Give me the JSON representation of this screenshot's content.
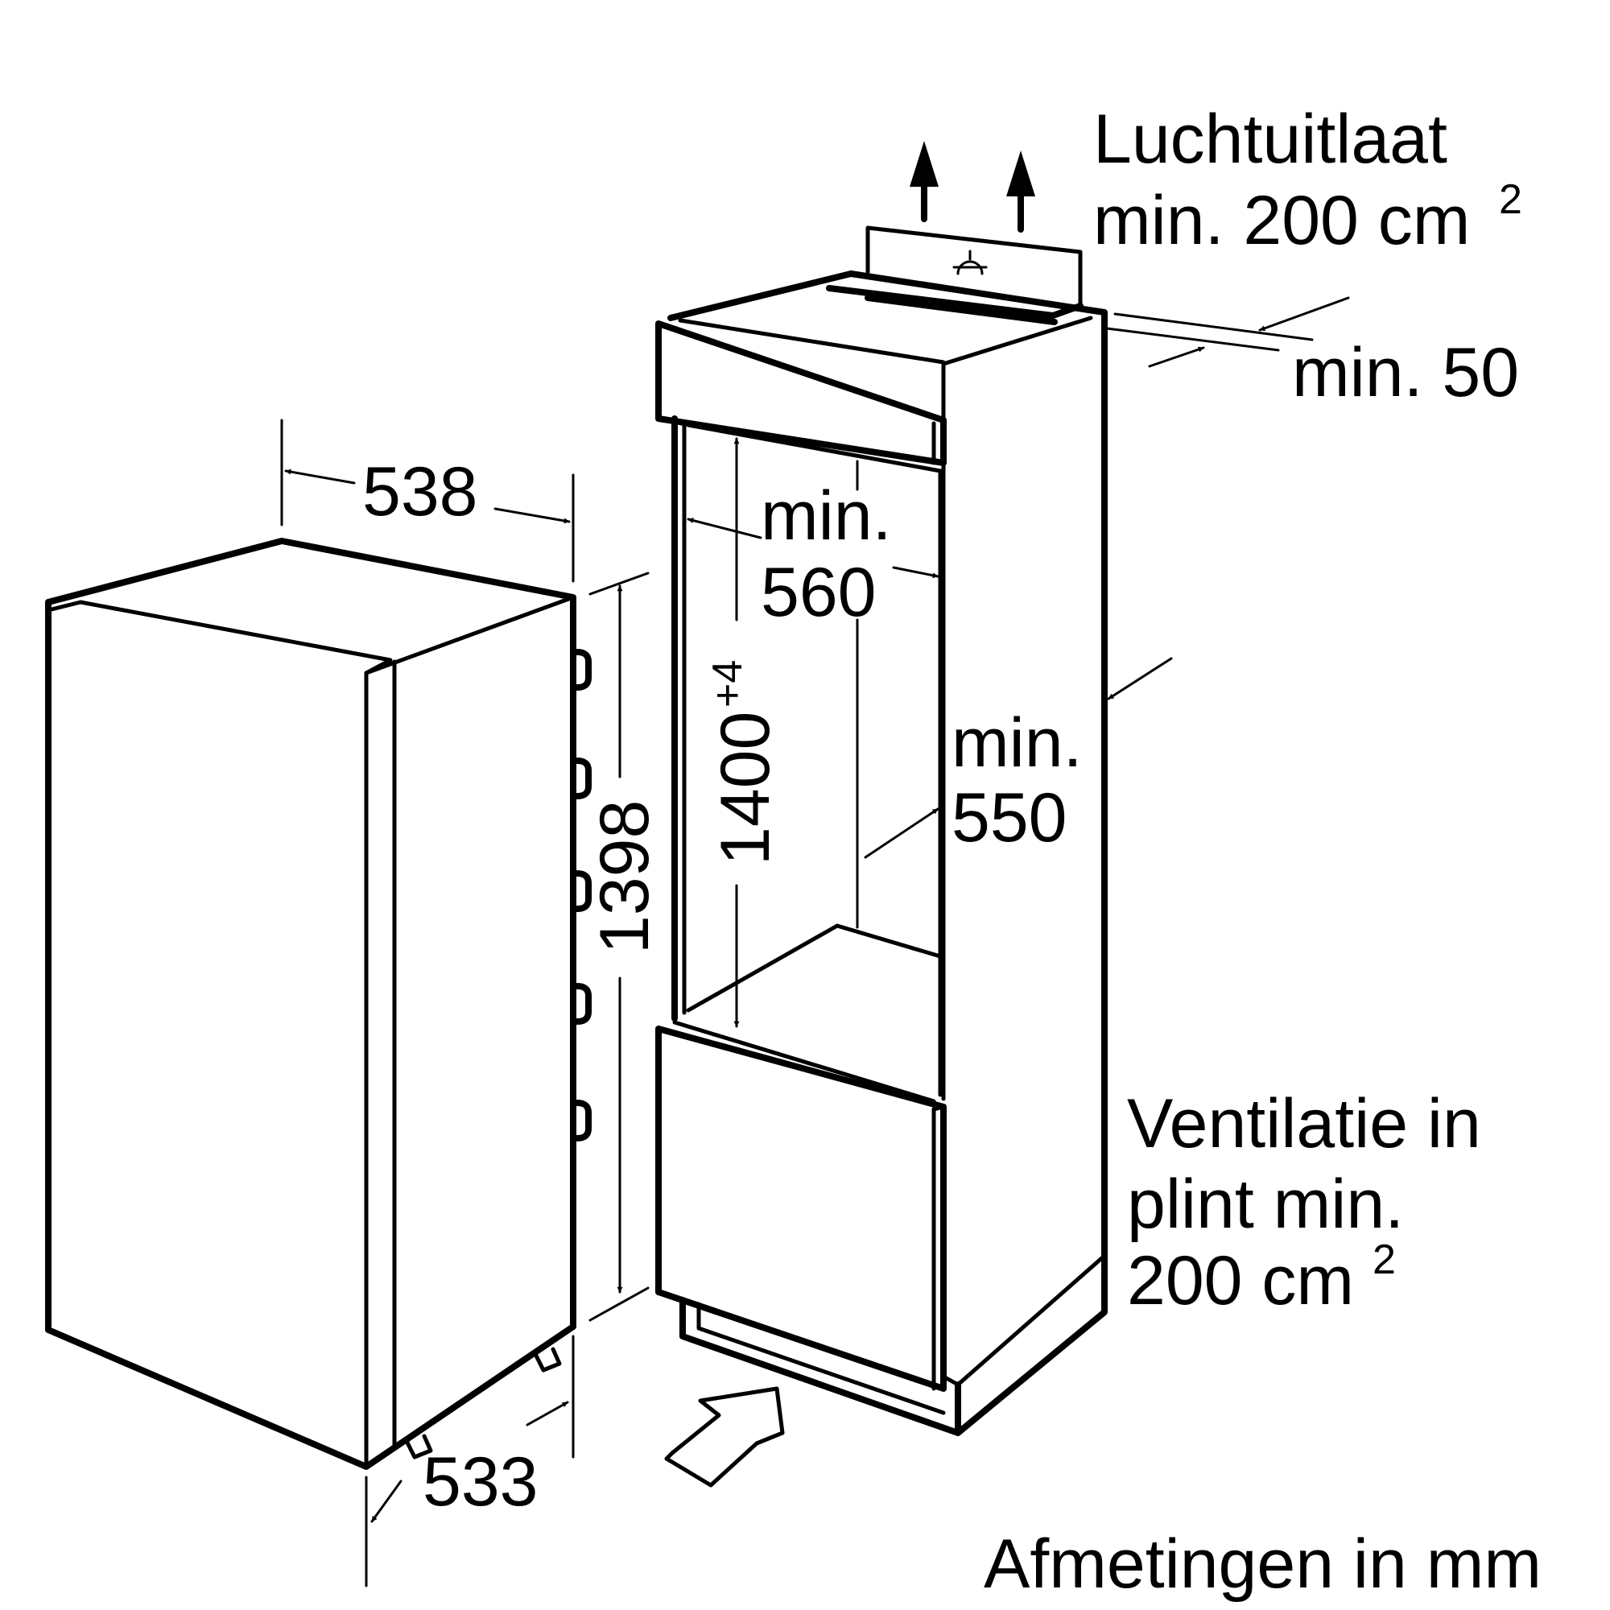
{
  "dimensions": {
    "width": "538",
    "depth": "533",
    "height": "1398",
    "niche_height": "1400",
    "niche_height_tolerance": "+4",
    "niche_width_min": "min.",
    "niche_width_value": "560",
    "niche_depth_min": "min.",
    "niche_depth_value": "550"
  },
  "air_outlet": {
    "title": "Luchtuitlaat",
    "area_prefix": "min. 200 cm",
    "area_exponent": "2",
    "gap": "min. 50"
  },
  "ventilation": {
    "line1": "Ventilatie in",
    "line2": "plint min.",
    "area_prefix": "200 cm",
    "area_exponent": "2"
  },
  "footer": "Afmetingen in mm"
}
